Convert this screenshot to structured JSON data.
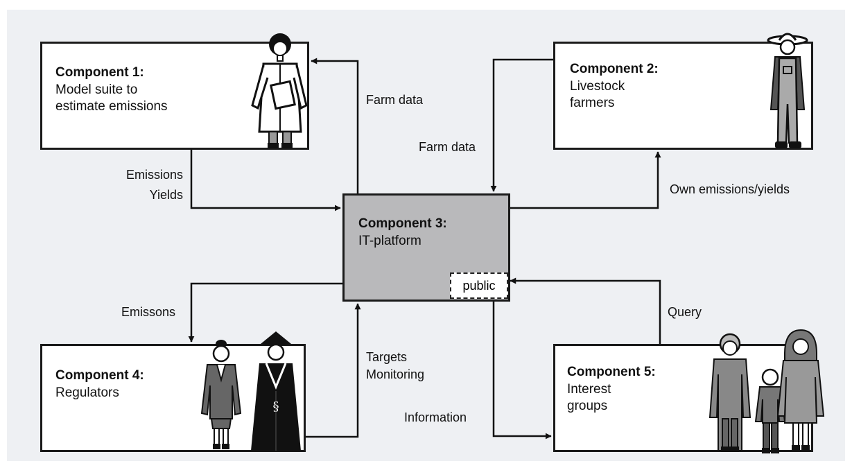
{
  "components": {
    "c1": {
      "title": "Component 1:",
      "line1": "Model suite to",
      "line2": "estimate emissions"
    },
    "c2": {
      "title": "Component 2:",
      "line1": "Livestock",
      "line2": "farmers"
    },
    "c3": {
      "title": "Component 3:",
      "line1": "IT-platform",
      "public_label": "public"
    },
    "c4": {
      "title": "Component 4:",
      "line1": "Regulators"
    },
    "c5": {
      "title": "Component 5:",
      "line1": "Interest",
      "line2": "groups"
    }
  },
  "flows": {
    "farm_data_to_c1": "Farm data",
    "farm_data_from_c2": "Farm data",
    "emissions": "Emissions",
    "yields": "Yields",
    "own_emissions_yields": "Own emissions/yields",
    "emissons_to_c4": "Emissons",
    "targets": "Targets",
    "monitoring": "Monitoring",
    "information": "Information",
    "query": "Query"
  },
  "figures": [
    "scientist-icon",
    "farmer-icon",
    "official-icon",
    "judge-icon",
    "grandmother-icon",
    "child-icon",
    "woman-icon"
  ]
}
